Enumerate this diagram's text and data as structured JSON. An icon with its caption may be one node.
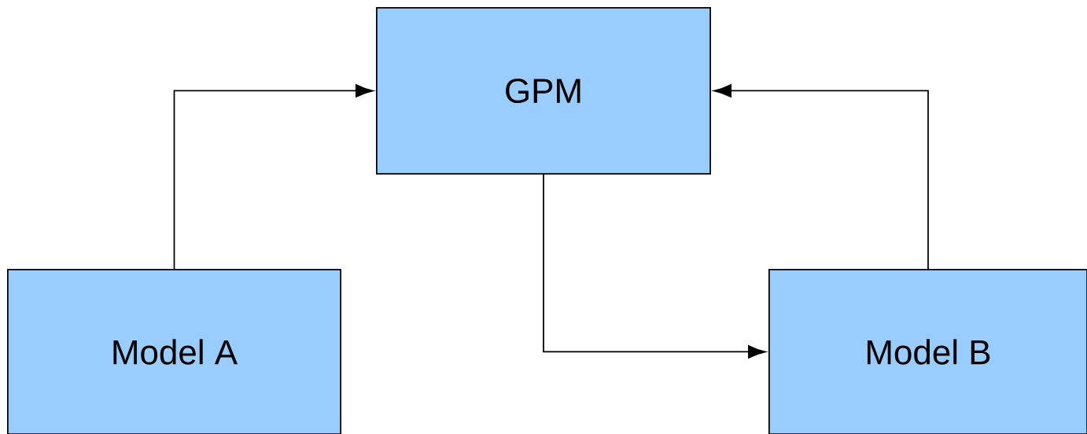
{
  "diagram": {
    "nodes": [
      {
        "text": [
          "GPM"
        ]
      },
      {
        "text": [
          "Model A"
        ]
      },
      {
        "text": [
          "Model B"
        ]
      }
    ],
    "edges": [
      {
        "from": 1,
        "to": 0,
        "arrow": "to"
      },
      {
        "from": 2,
        "to": 0,
        "arrow": "to"
      },
      {
        "from": 0,
        "to": 2,
        "arrow": "to"
      }
    ]
  }
}
